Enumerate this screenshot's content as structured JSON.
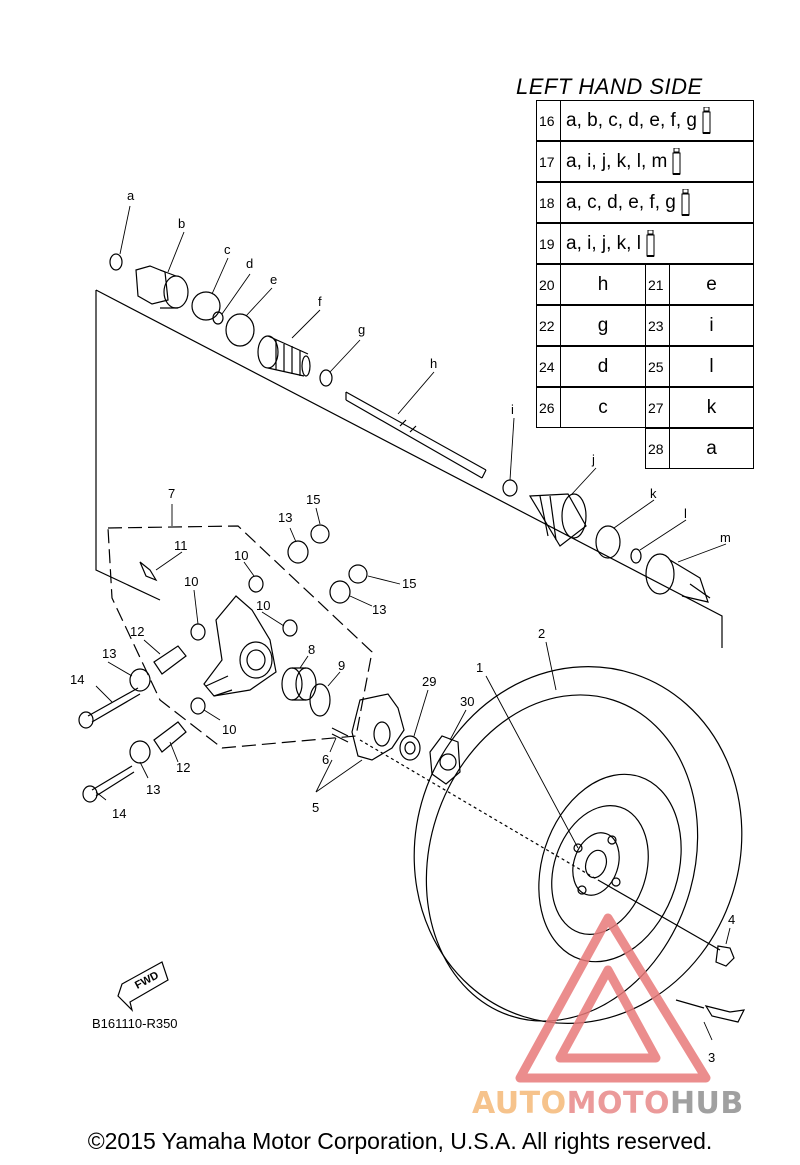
{
  "table": {
    "title": "LEFT HAND SIDE",
    "full_rows": [
      {
        "num": "16",
        "text": "a, b, c, d, e, f, g",
        "tube": true
      },
      {
        "num": "17",
        "text": "a, i, j, k, l, m",
        "tube": true
      },
      {
        "num": "18",
        "text": "a, c, d, e, f, g",
        "tube": true
      },
      {
        "num": "19",
        "text": "a, i, j, k, l",
        "tube": true
      }
    ],
    "pairs": [
      {
        "ln": "20",
        "lv": "h",
        "rn": "21",
        "rv": "e"
      },
      {
        "ln": "22",
        "lv": "g",
        "rn": "23",
        "rv": "i"
      },
      {
        "ln": "24",
        "lv": "d",
        "rn": "25",
        "rv": "l"
      },
      {
        "ln": "26",
        "lv": "c",
        "rn": "27",
        "rv": "k"
      },
      {
        "ln": "",
        "lv": "",
        "rn": "28",
        "rv": "a"
      }
    ]
  },
  "callouts": {
    "a": "a",
    "b": "b",
    "c": "c",
    "d": "d",
    "e": "e",
    "f": "f",
    "g": "g",
    "h": "h",
    "i": "i",
    "j": "j",
    "k": "k",
    "l": "l",
    "m": "m",
    "n1": "1",
    "n2": "2",
    "n3": "3",
    "n4": "4",
    "n5": "5",
    "n6": "6",
    "n7": "7",
    "n8": "8",
    "n9": "9",
    "n10": "10",
    "n11": "11",
    "n12": "12",
    "n13": "13",
    "n14": "14",
    "n15": "15",
    "n29": "29",
    "n30": "30"
  },
  "diagram": {
    "part_code": "B161110-R350",
    "fwd_label": "FWD"
  },
  "watermark": {
    "part1": "AUTO",
    "part2": "MOTO",
    "part3": "HUB",
    "colors": {
      "auto": "#f6c38c",
      "moto": "#eb9a9a",
      "hub": "#a0a0a0",
      "triangle": "#e87a7a"
    }
  },
  "footer": {
    "copyright": "©2015 Yamaha Motor Corporation, U.S.A. All rights reserved."
  }
}
